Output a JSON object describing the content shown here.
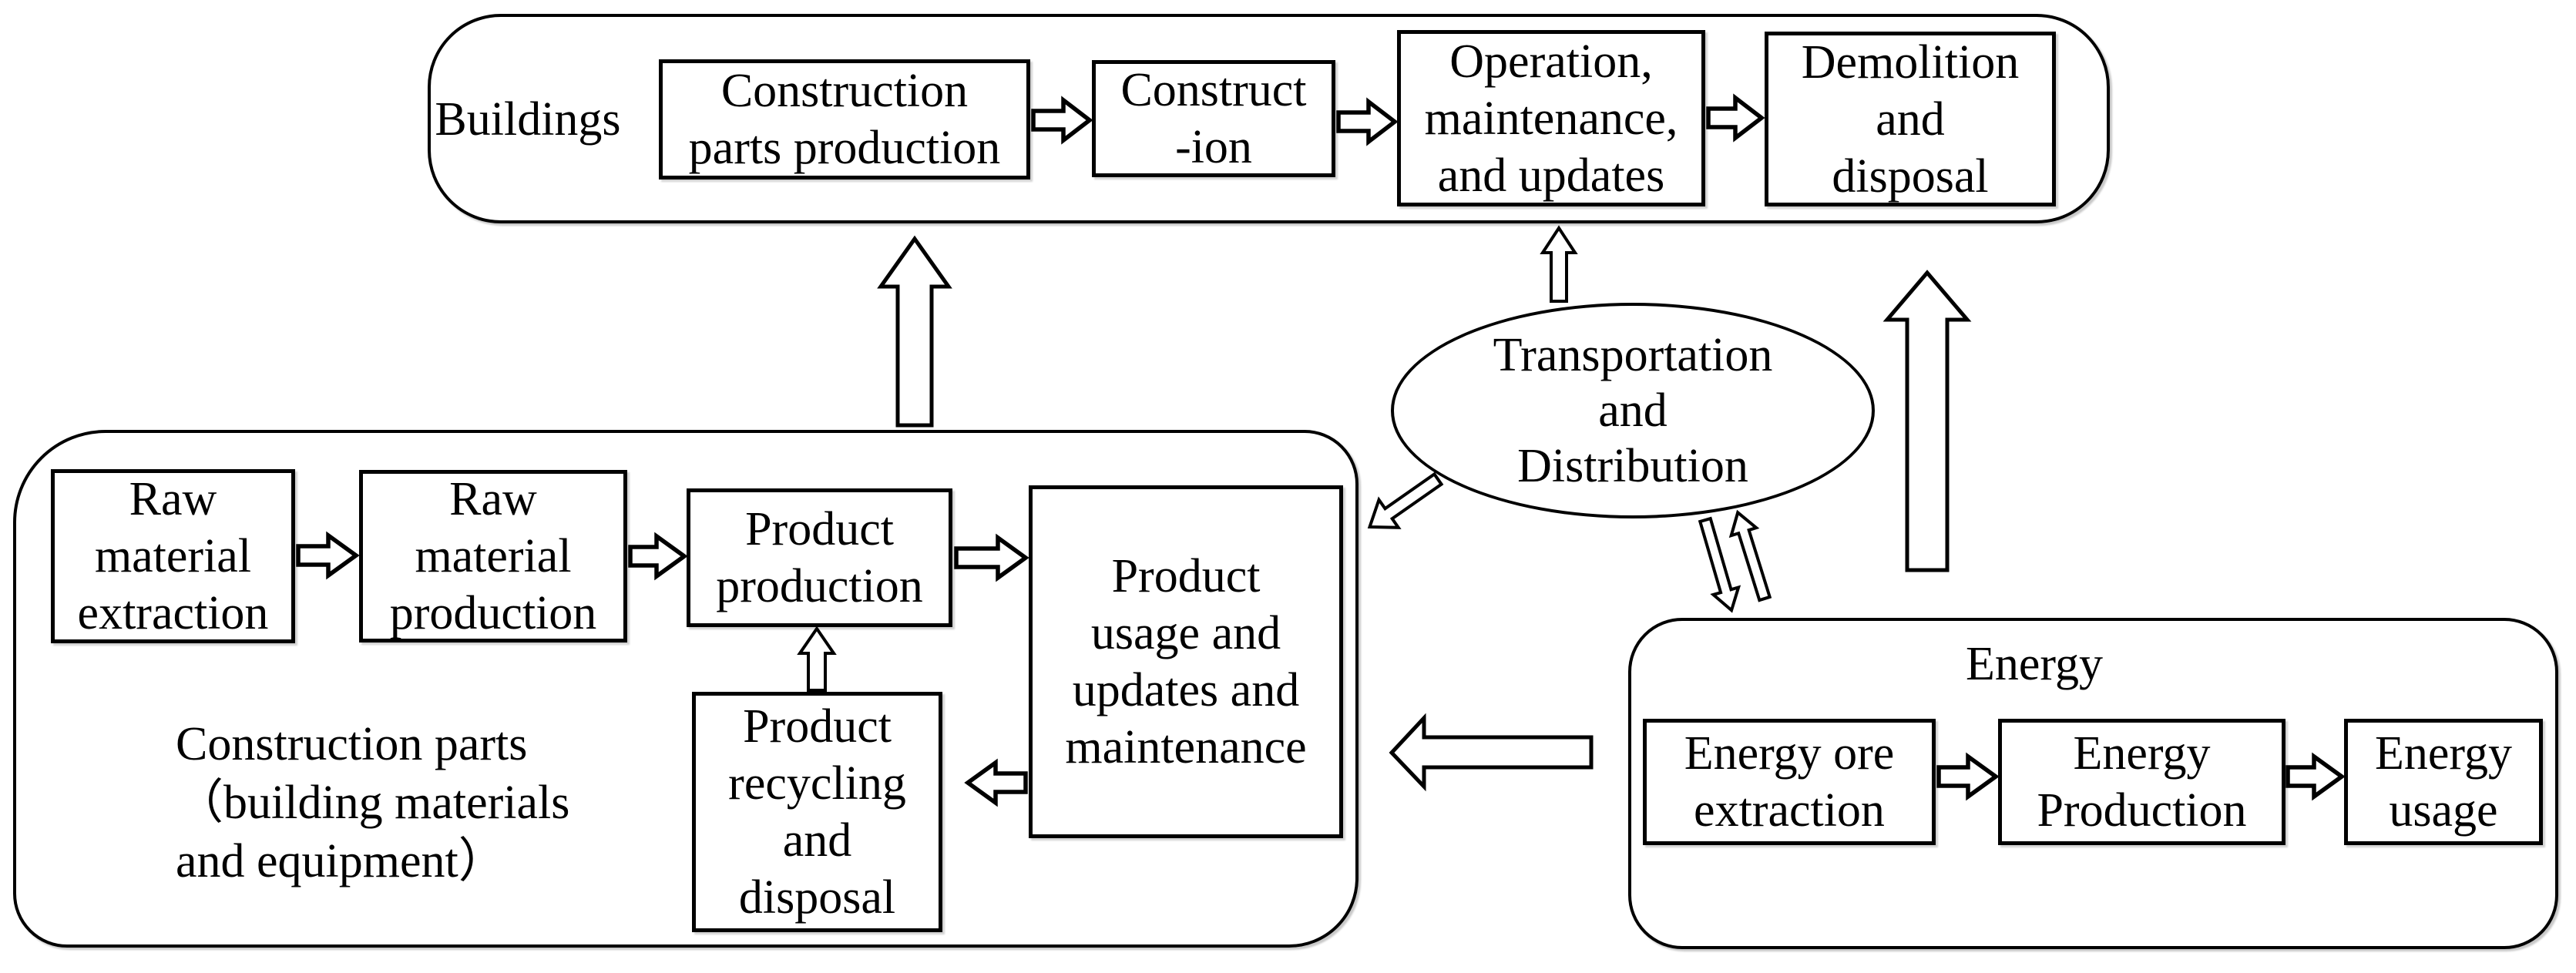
{
  "colors": {
    "line": "#000000",
    "background": "#ffffff",
    "text": "#000000"
  },
  "buildings": {
    "label": "Buildings",
    "boxes": [
      {
        "lines": [
          "Construction",
          "parts production"
        ]
      },
      {
        "lines": [
          "Construct",
          "-ion"
        ]
      },
      {
        "lines": [
          "Operation,",
          "maintenance,",
          "and updates"
        ]
      },
      {
        "lines": [
          "Demolition",
          "and",
          "disposal"
        ]
      }
    ]
  },
  "construction": {
    "label_lines": [
      "Construction parts",
      "（building materials",
      " and equipment）"
    ],
    "boxes": [
      {
        "lines": [
          "Raw",
          "material",
          "extraction"
        ]
      },
      {
        "lines": [
          "Raw",
          "material",
          "production"
        ]
      },
      {
        "lines": [
          "Product",
          "production"
        ]
      },
      {
        "lines": [
          "Product",
          "usage and",
          "updates and",
          "maintenance"
        ]
      },
      {
        "lines": [
          "Product",
          "recycling",
          "and",
          "disposal"
        ]
      }
    ]
  },
  "transport_ellipse": {
    "lines": [
      "Transportation",
      "and",
      "Distribution"
    ]
  },
  "energy": {
    "title": "Energy",
    "boxes": [
      {
        "lines": [
          "Energy ore",
          "extraction"
        ]
      },
      {
        "lines": [
          "Energy",
          "Production"
        ]
      },
      {
        "lines": [
          "Energy",
          "usage"
        ]
      }
    ]
  },
  "flows": [
    {
      "from": "Construction parts production",
      "to": "Construction"
    },
    {
      "from": "Construction",
      "to": "Operation, maintenance, and updates"
    },
    {
      "from": "Operation, maintenance, and updates",
      "to": "Demolition and disposal"
    },
    {
      "from": "Raw material extraction",
      "to": "Raw material production"
    },
    {
      "from": "Raw material production",
      "to": "Product production"
    },
    {
      "from": "Product production",
      "to": "Product usage and updates and maintenance"
    },
    {
      "from": "Product usage and updates and maintenance",
      "to": "Product recycling and disposal"
    },
    {
      "from": "Product recycling and disposal",
      "to": "Product production"
    },
    {
      "from": "Construction parts",
      "to": "Buildings"
    },
    {
      "from": "Transportation and Distribution",
      "to": "Buildings"
    },
    {
      "from": "Transportation and Distribution",
      "to": "Construction parts"
    },
    {
      "from": "Transportation and Distribution",
      "to": "Energy"
    },
    {
      "from": "Energy",
      "to": "Transportation and Distribution"
    },
    {
      "from": "Energy",
      "to": "Buildings"
    },
    {
      "from": "Energy",
      "to": "Product usage and updates and maintenance"
    },
    {
      "from": "Energy ore extraction",
      "to": "Energy Production"
    },
    {
      "from": "Energy Production",
      "to": "Energy usage"
    }
  ]
}
